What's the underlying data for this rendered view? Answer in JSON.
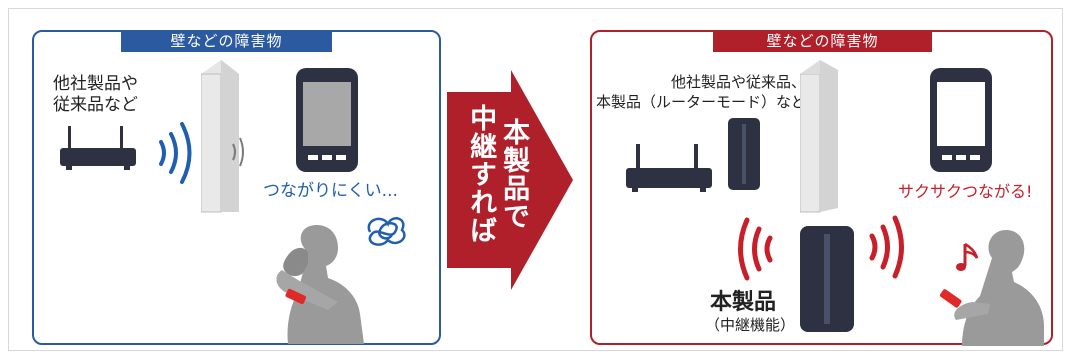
{
  "left": {
    "tab": "壁などの障害物",
    "other_products_line1": "他社製品や",
    "other_products_line2": "従来品など",
    "status": "つながりにくい...",
    "status_color": "#1f5fb0"
  },
  "arrow": {
    "col1": "本製品で",
    "col2": "中継すれば",
    "color": "#b0202a"
  },
  "right": {
    "tab": "壁などの障害物",
    "other_products_line1": "他社製品や従来品、",
    "other_products_line2": "本製品（ルーターモード）など",
    "status": "サクサクつながる!",
    "status_color": "#c8202a",
    "product_name": "本製品",
    "product_note": "（中継機能）"
  },
  "icons": {
    "router": "router-icon",
    "wall": "wall-icon",
    "phone": "smartphone-icon",
    "waves": "wifi-wave-icon",
    "tangle": "tangle-icon",
    "note": "music-note-icon",
    "person": "person-icon"
  }
}
